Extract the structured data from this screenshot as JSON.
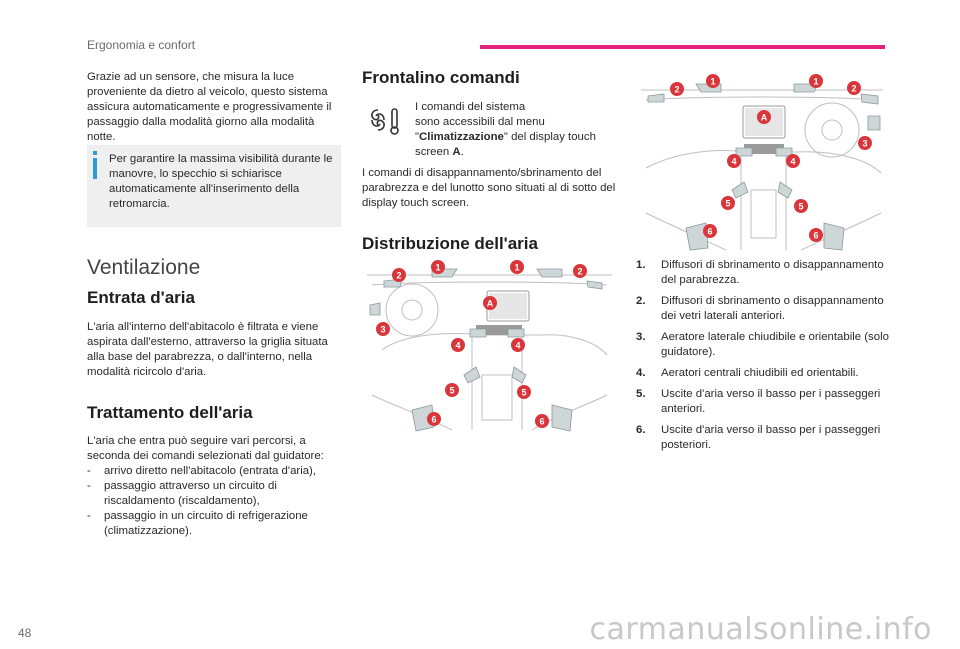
{
  "header": {
    "section": "Ergonomia e confort"
  },
  "page_number": "48",
  "watermark": "carmanualsonline.info",
  "col1": {
    "intro": "Grazie ad un sensore, che misura la luce proveniente da dietro al veicolo, questo sistema assicura automaticamente e progressivamente il passaggio dalla modalità giorno alla modalità notte.",
    "info": "Per garantire la massima visibilità durante le manovre, lo specchio si schiarisce automaticamente all'inserimento della retromarcia.",
    "ventilazione_title": "Ventilazione",
    "entrata_title": "Entrata d'aria",
    "entrata_text": "L'aria all'interno dell'abitacolo è filtrata e viene aspirata dall'esterno, attraverso la griglia situata alla base del parabrezza, o dall'interno, nella modalità ricircolo d'aria.",
    "trattamento_title": "Trattamento dell'aria",
    "trattamento_text": "L'aria che entra può seguire vari percorsi, a seconda dei comandi selezionati dal guidatore:",
    "trattamento_items": [
      "arrivo diretto nell'abitacolo (entrata d'aria),",
      "passaggio attraverso un circuito di riscaldamento (riscaldamento),",
      "passaggio in un circuito di refrigerazione (climatizzazione)."
    ],
    "dash": "-"
  },
  "col2": {
    "frontalino_title": "Frontalino comandi",
    "frontalino_p1_a": "I comandi del sistema",
    "frontalino_p1_b": "sono accessibili dal menu",
    "frontalino_p1_q1": "\"",
    "frontalino_p1_bold": "Climatizzazione",
    "frontalino_p1_c": "\" del display touch",
    "frontalino_p1_d": "screen ",
    "frontalino_p1_bold2": "A",
    "frontalino_p1_e": ".",
    "frontalino_p2": "I comandi di disappannamento/sbrinamento del parabrezza e del lunotto sono situati al di sotto del display touch screen.",
    "distribuzione_title": "Distribuzione dell'aria"
  },
  "col3": {
    "items": [
      {
        "num": "1.",
        "text": "Diffusori di sbrinamento o disappannamento del parabrezza."
      },
      {
        "num": "2.",
        "text": "Diffusori di sbrinamento o disappannamento dei vetri laterali anteriori."
      },
      {
        "num": "3.",
        "text": "Aeratore laterale chiudibile e orientabile (solo guidatore)."
      },
      {
        "num": "4.",
        "text": "Aeratori centrali chiudibili ed orientabili."
      },
      {
        "num": "5.",
        "text": "Uscite d'aria verso il basso per i passeggeri anteriori."
      },
      {
        "num": "6.",
        "text": "Uscite d'aria verso il basso per i passeggeri posteriori."
      }
    ]
  },
  "diagram_labels": {
    "b1": "1",
    "b2": "2",
    "b3": "3",
    "b4": "4",
    "b5": "5",
    "b6": "6",
    "bA": "A"
  },
  "colors": {
    "accent": "#e4237b",
    "badge": "#d8363a",
    "info": "#2c9bd6"
  }
}
